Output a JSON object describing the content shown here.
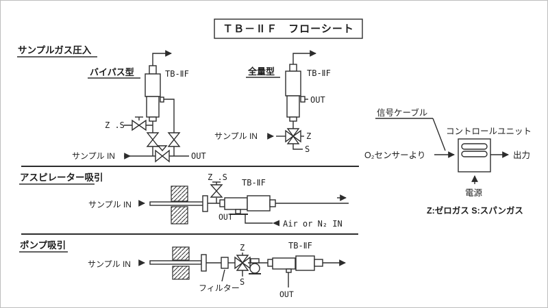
{
  "title": "ＴＢ－ⅡＦ　フローシート",
  "sections": {
    "pressure": {
      "heading": "サンプルガス圧入",
      "bypass": {
        "label": "バイパス型",
        "device": "TB-ⅡF",
        "zs": "Z .S",
        "in_label": "サンプル IN",
        "out_label": "OUT"
      },
      "full": {
        "label": "全量型",
        "device": "TB-ⅡF",
        "out_label": "OUT",
        "in_label": "サンプル IN",
        "z": "Z",
        "s": "S"
      }
    },
    "aspirator": {
      "heading": "アスピレーター吸引",
      "in_label": "サンプル IN",
      "zs": "Z .S",
      "device": "TB-ⅡF",
      "out_label": "OUT",
      "air": "Air or N₂ IN"
    },
    "pump": {
      "heading": "ポンプ吸引",
      "in_label": "サンプル IN",
      "z": "Z",
      "s": "S",
      "filter": "フィルター",
      "device": "TB-ⅡF",
      "out_label": "OUT"
    }
  },
  "control": {
    "cable": "信号ケーブル",
    "unit": "コントロールユニット",
    "from": "O₂センサーより",
    "output": "出力",
    "power": "電源",
    "legend": "Z:ゼロガス  S:スパンガス"
  },
  "colors": {
    "line": "#2c2c2c",
    "text": "#1d1d1d",
    "background": "#ffffff",
    "border": "#bdbdbd"
  }
}
